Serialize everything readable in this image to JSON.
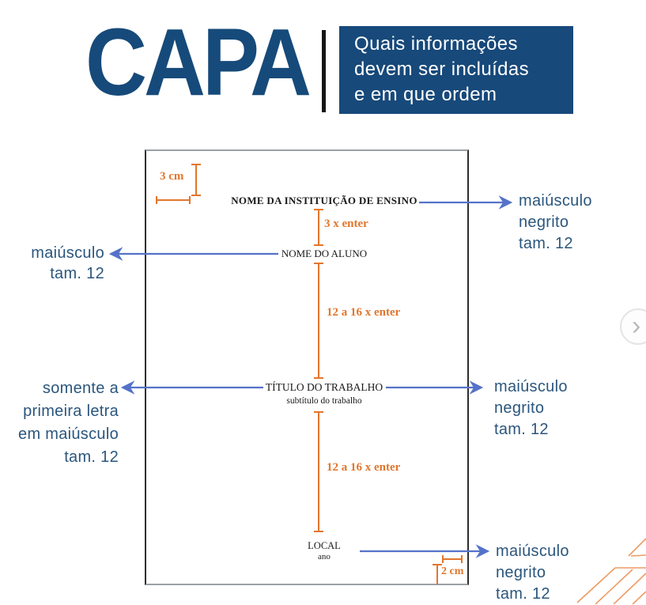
{
  "header": {
    "title": "CAPA",
    "subtitle_lines": [
      "Quais informações",
      "devem ser incluídas",
      "e em que ordem"
    ]
  },
  "mock_page": {
    "institution": "NOME DA INSTITUIÇÃO DE ENSINO",
    "student": "NOME DO ALUNO",
    "work_title": "TÍTULO DO TRABALHO",
    "work_subtitle": "subtítulo do trabalho",
    "place": "LOCAL",
    "year": "ano",
    "margin_top_label": "3 cm",
    "margin_bottom_label": "2 cm",
    "spacing_after_institution": "3 x enter",
    "spacing_before_title": "12 a 16 x enter",
    "spacing_after_title": "12 a 16 x enter"
  },
  "annotations": {
    "institution_note": {
      "line1": "maiúsculo",
      "line2": "negrito",
      "line3": "tam. 12"
    },
    "student_note": {
      "line1": "maiúsculo",
      "line2": "tam. 12"
    },
    "title_left_note": {
      "line1": "somente a",
      "line2": "primeira letra",
      "line3": "em maiúsculo",
      "line4": "tam. 12"
    },
    "title_right_note": {
      "line1": "maiúsculo",
      "line2": "negrito",
      "line3": "tam. 12"
    },
    "place_note": {
      "line1": "maiúsculo",
      "line2": "negrito",
      "line3": "tam. 12"
    }
  },
  "nav": {
    "next_icon": "›"
  },
  "colors": {
    "navy": "#17497A",
    "title_navy": "#164A7A",
    "orange": "#E2762D",
    "decor_orange": "#ED9B63",
    "arrow_blue": "#5572C9",
    "note_text": "#2B567D"
  }
}
